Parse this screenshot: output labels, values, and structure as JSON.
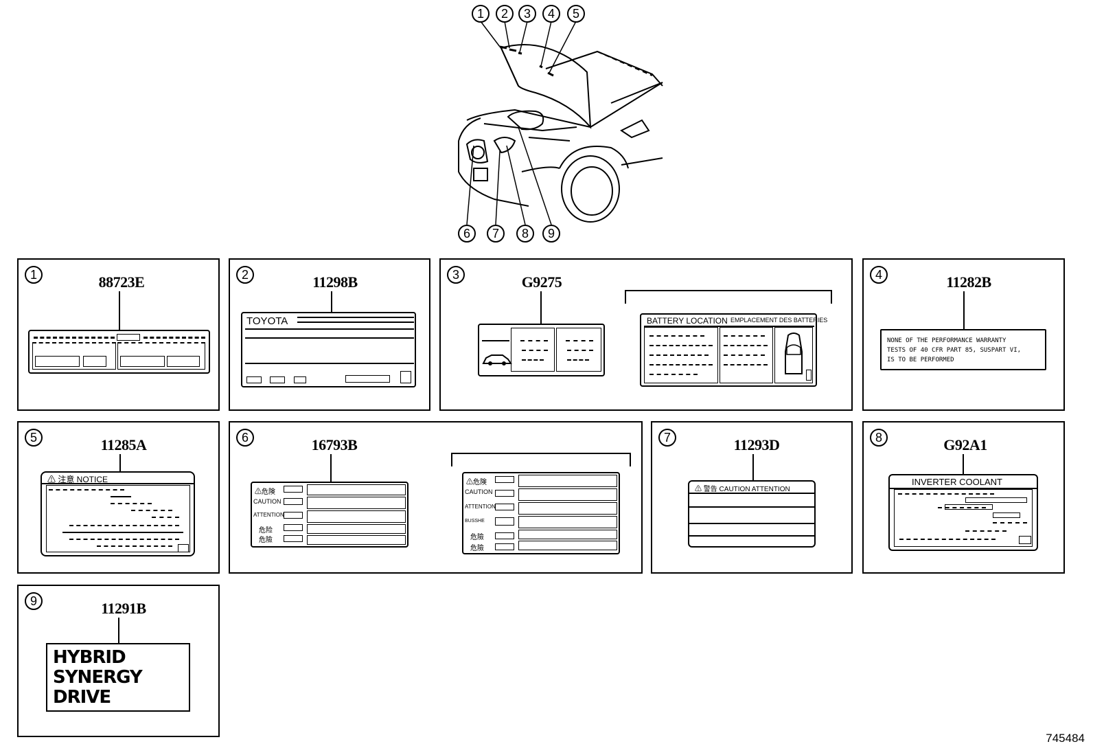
{
  "figure_id": "745484",
  "callouts": [
    "1",
    "2",
    "3",
    "4",
    "5",
    "6",
    "7",
    "8",
    "9"
  ],
  "panels": [
    {
      "num": "1",
      "code": "88723E"
    },
    {
      "num": "2",
      "code": "11298B",
      "label_title": "TOYOTA"
    },
    {
      "num": "3",
      "code": "G9275",
      "alt_label_title": "BATTERY LOCATION",
      "alt_label_subtitle": "EMPLACEMENT DES BATTERIES"
    },
    {
      "num": "4",
      "code": "11282B",
      "label_lines": [
        "NONE OF THE PERFORMANCE WARRANTY",
        "TESTS OF 40 CFR PART 85, SUSPART VI,",
        "IS TO BE PERFORMED"
      ]
    },
    {
      "num": "5",
      "code": "11285A",
      "label_title": "⚠ 注意  NOTICE"
    },
    {
      "num": "6",
      "code": "16793B",
      "rows": [
        "⚠危険",
        "CAUTION",
        "ATTENTION",
        "危险",
        "危險"
      ],
      "alt_rows": [
        "⚠危険",
        "CAUTION",
        "ATTENTION",
        "BUSSHE",
        "危險",
        "危險"
      ]
    },
    {
      "num": "7",
      "code": "11293D",
      "label_title": "⚠ 警告  CAUTION  ATTENTION"
    },
    {
      "num": "8",
      "code": "G92A1",
      "label_title": "INVERTER COOLANT"
    },
    {
      "num": "9",
      "code": "11291B",
      "label_lines": [
        "HYBRID",
        "SYNERGY",
        "DRIVE"
      ]
    }
  ]
}
